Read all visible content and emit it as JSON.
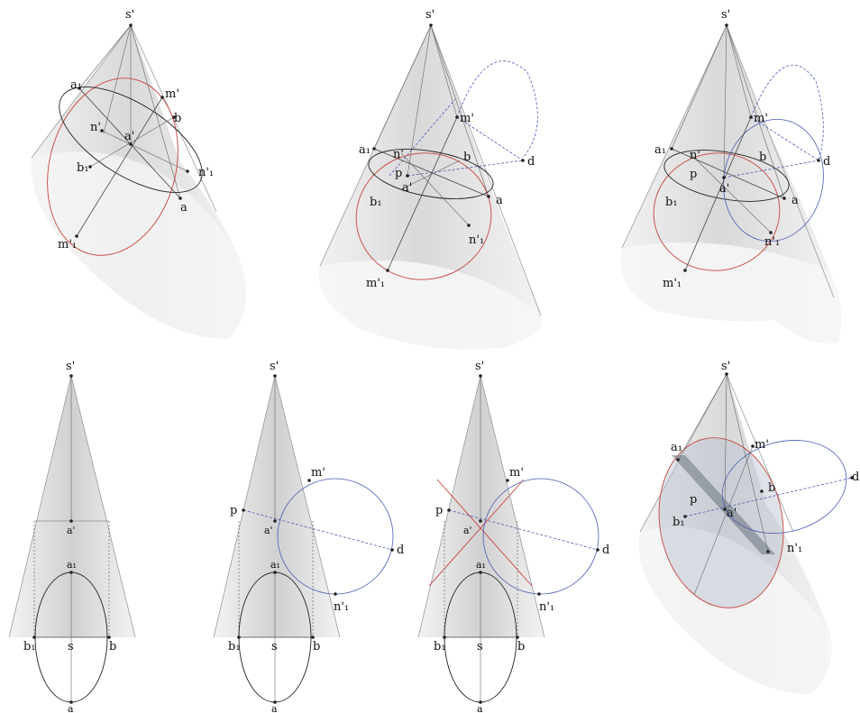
{
  "labels": {
    "s_prime": "s'",
    "a_prime": "a'",
    "a1": "a₁",
    "b": "b",
    "b1": "b₁",
    "m_prime": "m'",
    "m_prime_1": "m'₁",
    "n_prime": "n'",
    "n_prime_1": "n'₁",
    "a": "a",
    "d": "d",
    "p": "p",
    "s": "s"
  },
  "colors": {
    "cone_fill": "#e6e6e6",
    "cone_edge": "#9a9a9a",
    "red_ellipse": "#c8453f",
    "blue_circle": "#4a5bb5",
    "black_ellipse": "#222222",
    "section_plane": "#9aa4b2"
  },
  "panels": [
    {
      "id": "top-1",
      "row": 1,
      "col": 1
    },
    {
      "id": "top-2",
      "row": 1,
      "col": 2
    },
    {
      "id": "top-3",
      "row": 1,
      "col": 3
    },
    {
      "id": "bottom-1",
      "row": 2,
      "col": 1
    },
    {
      "id": "bottom-2",
      "row": 2,
      "col": 2
    },
    {
      "id": "bottom-3",
      "row": 2,
      "col": 3
    },
    {
      "id": "bottom-4",
      "row": 2,
      "col": 4
    }
  ]
}
